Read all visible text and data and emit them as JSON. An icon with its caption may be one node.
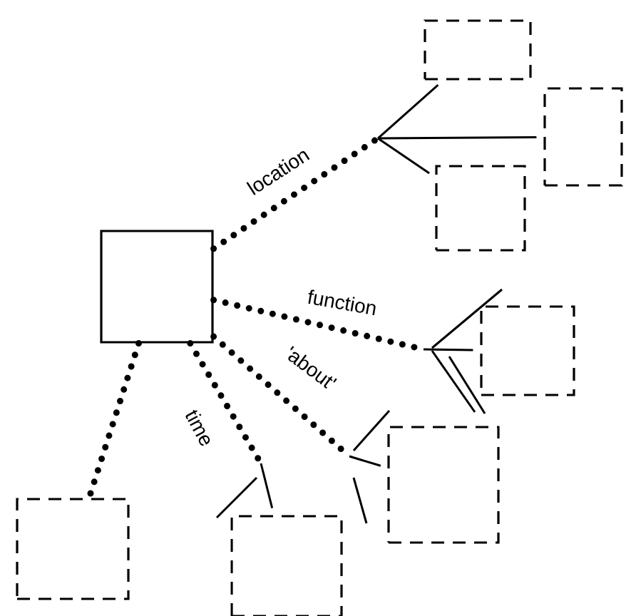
{
  "diagram": {
    "nodes": [
      {
        "text": [],
        "shape": "box"
      },
      {
        "text": [],
        "shape": "box"
      },
      {
        "text": [],
        "shape": "box"
      },
      {
        "text": [],
        "shape": "box"
      },
      {
        "text": [],
        "shape": "box"
      },
      {
        "text": [],
        "shape": "box"
      },
      {
        "text": [],
        "shape": "box"
      },
      {
        "text": [],
        "shape": "box"
      }
    ],
    "edges": [
      {
        "from": 0,
        "to": 1,
        "arrow": "none",
        "label": "location"
      },
      {
        "from": 0,
        "to": 2,
        "arrow": "none"
      },
      {
        "from": 0,
        "to": 3,
        "arrow": "none"
      },
      {
        "from": 0,
        "to": 4,
        "arrow": "none",
        "label": "function"
      },
      {
        "from": 0,
        "to": 5,
        "arrow": "none",
        "label": "'about'"
      },
      {
        "from": 0,
        "to": 6,
        "arrow": "none",
        "label": "time"
      },
      {
        "from": 0,
        "to": 7,
        "arrow": "none"
      }
    ]
  }
}
